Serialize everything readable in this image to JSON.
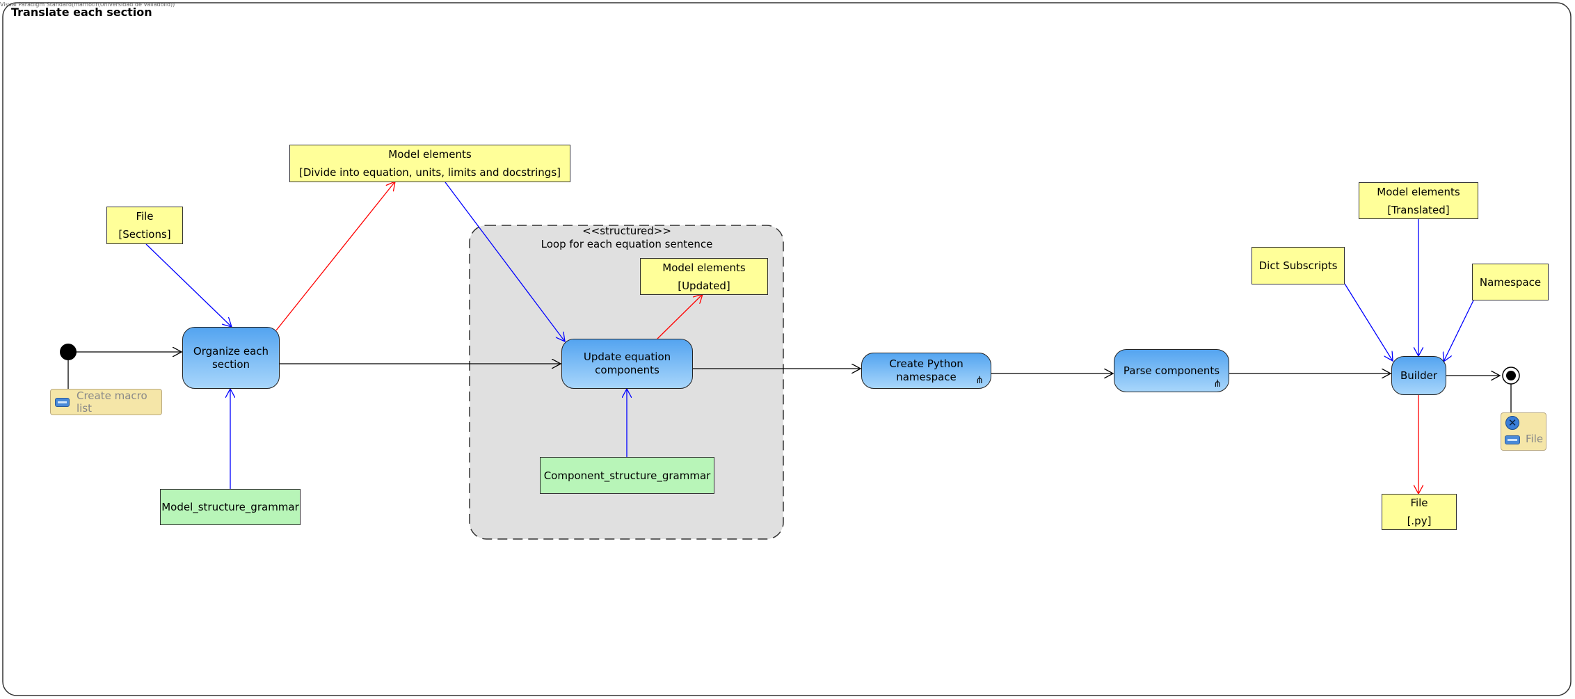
{
  "watermark": "Visual Paradigm Standard(marnotir(Universidad de Valladolid))",
  "frame_title": "Translate each section",
  "notes": {
    "file_sections": {
      "title": "File",
      "state": "[Sections]"
    },
    "model_divide": {
      "title": "Model elements",
      "state": "[Divide into equation, units, limits and docstrings]"
    },
    "model_updated": {
      "title": "Model elements",
      "state": "[Updated]"
    },
    "model_translated": {
      "title": "Model elements",
      "state": "[Translated]"
    },
    "dict_subscripts": {
      "title": "Dict Subscripts"
    },
    "namespace": {
      "title": "Namespace"
    },
    "file_py": {
      "title": "File",
      "state": "[.py]"
    }
  },
  "grammars": {
    "model": "Model_structure_grammar",
    "component": "Component_structure_grammar"
  },
  "actions": {
    "organize": "Organize each\nsection",
    "update": "Update equation\ncomponents",
    "create_ns": "Create Python\nnamespace",
    "parse": "Parse components",
    "builder": "Builder"
  },
  "region": {
    "stereotype": "<<structured>>",
    "label": "Loop for each equation sentence"
  },
  "pins": {
    "create_macro_list": "Create macro list",
    "file": "File"
  },
  "icons": {
    "fork": "call-behavior-fork-icon",
    "ui": "ui-component-icon",
    "cancel": "cancel-x-icon"
  },
  "colors": {
    "object_flow_in": "#0000ff",
    "object_flow_out": "#ff0000",
    "control_flow": "#000000",
    "note_fill": "#ffff99",
    "grammar_fill": "#b8f5b8",
    "action_fill": "#6bb4f4",
    "region_fill": "#e0e0e0"
  }
}
